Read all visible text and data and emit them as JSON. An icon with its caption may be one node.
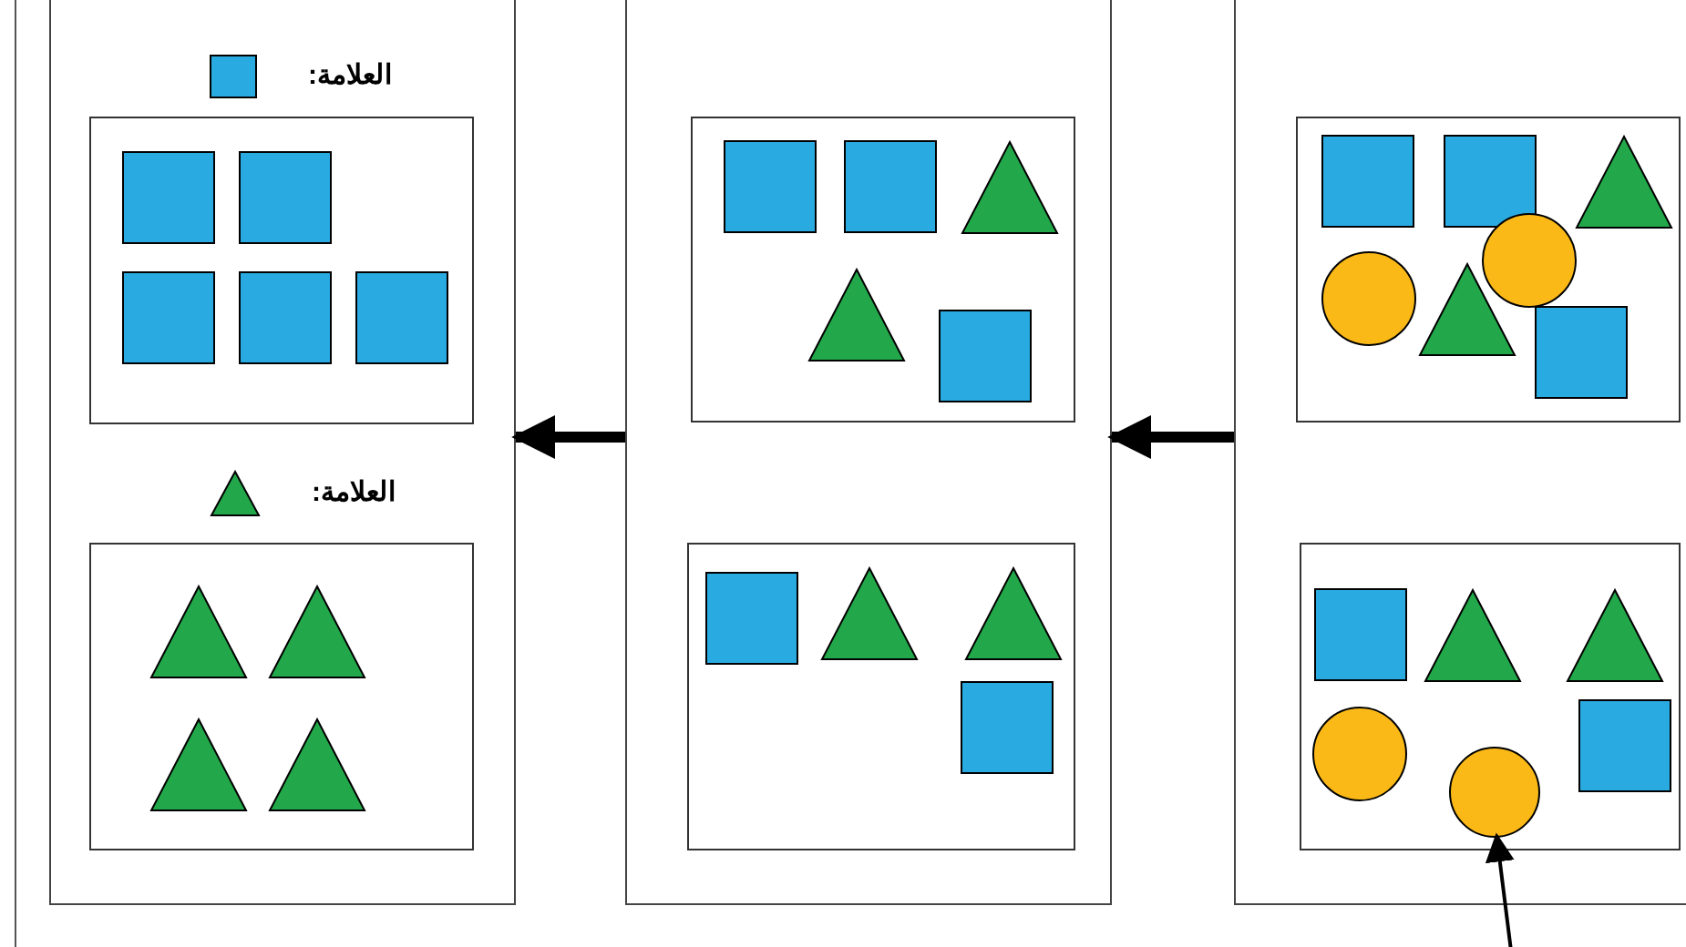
{
  "diagram": {
    "nodes": [
      {
        "text": [],
        "shape": "box"
      },
      {
        "text": [],
        "shape": "box",
        "in": 0
      },
      {
        "text": [],
        "shape": "box",
        "in": 0
      },
      {
        "text": [],
        "shape": "box"
      },
      {
        "text": [],
        "shape": "box",
        "in": 3
      },
      {
        "text": [],
        "shape": "box",
        "in": 3
      },
      {
        "text": [],
        "shape": "box"
      },
      {
        "text": [],
        "shape": "box",
        "in": 6
      },
      {
        "text": [],
        "shape": "circle",
        "in": 7
      },
      {
        "text": [],
        "shape": "circle",
        "in": 7
      },
      {
        "text": [],
        "shape": "box",
        "in": 6
      },
      {
        "text": [],
        "shape": "circle",
        "in": 10
      },
      {
        "text": [],
        "shape": "circle",
        "in": 10
      }
    ],
    "edges": [
      {
        "from": 3,
        "to": 0,
        "arrow": "to"
      },
      {
        "from": 6,
        "to": 3,
        "arrow": "to"
      },
      {
        "from": null,
        "to": 12,
        "arrow": "to"
      }
    ],
    "labels": [
      "العلامة:",
      "العلامة:"
    ]
  }
}
